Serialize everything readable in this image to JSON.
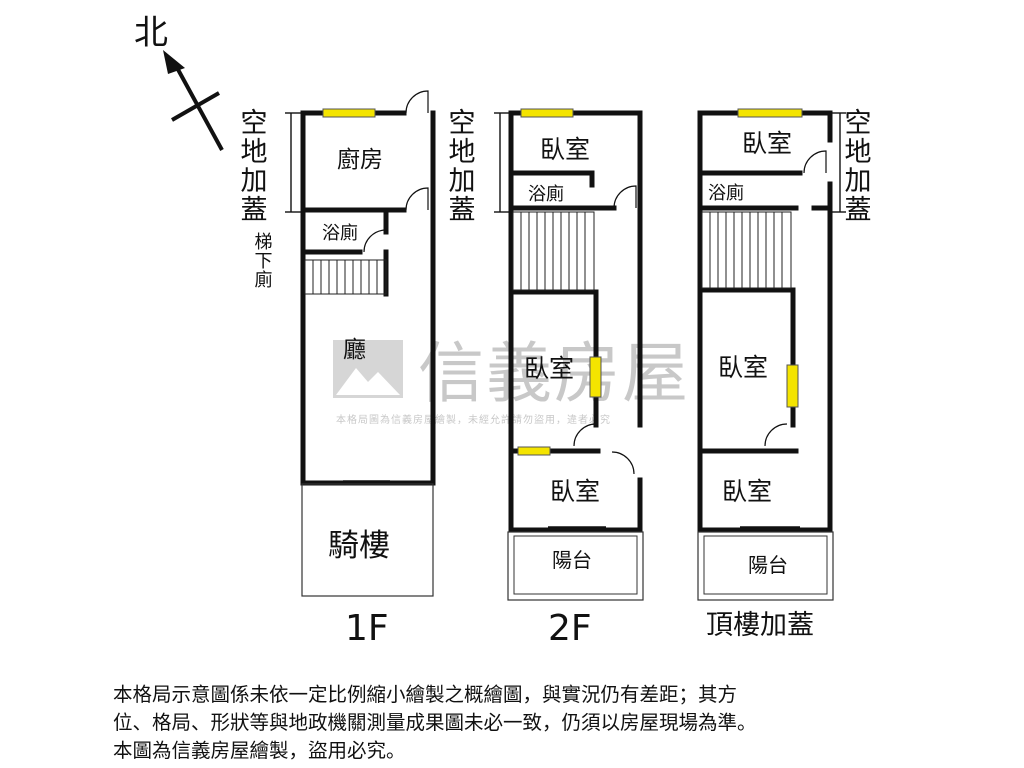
{
  "compass": {
    "label": "北"
  },
  "extension_label": "空地加蓋",
  "floors": [
    {
      "caption": "1F",
      "rooms": {
        "kitchen": "廚房",
        "bath": "浴廁",
        "under_stair": "梯下廁",
        "living": "廳",
        "arcade": "騎樓"
      }
    },
    {
      "caption": "2F",
      "rooms": {
        "bed_top": "臥室",
        "bath": "浴廁",
        "bed_mid": "臥室",
        "bed_bottom": "臥室",
        "balcony": "陽台"
      }
    },
    {
      "caption": "頂樓加蓋",
      "rooms": {
        "bed_top": "臥室",
        "bath": "浴廁",
        "bed_mid": "臥室",
        "bed_bottom": "臥室",
        "balcony": "陽台"
      }
    }
  ],
  "watermark": {
    "brand": "信義房屋",
    "notice": "本格局圖為信義房屋繪製，未經允許請勿盜用，違者必究"
  },
  "disclaimer": [
    "本格局示意圖係未依一定比例縮小繪製之概繪圖，與實況仍有差距；其方",
    "位、格局、形狀等與地政機關測量成果圖未必一致，仍須以房屋現場為準。",
    "本圖為信義房屋繪製，盜用必究。"
  ]
}
